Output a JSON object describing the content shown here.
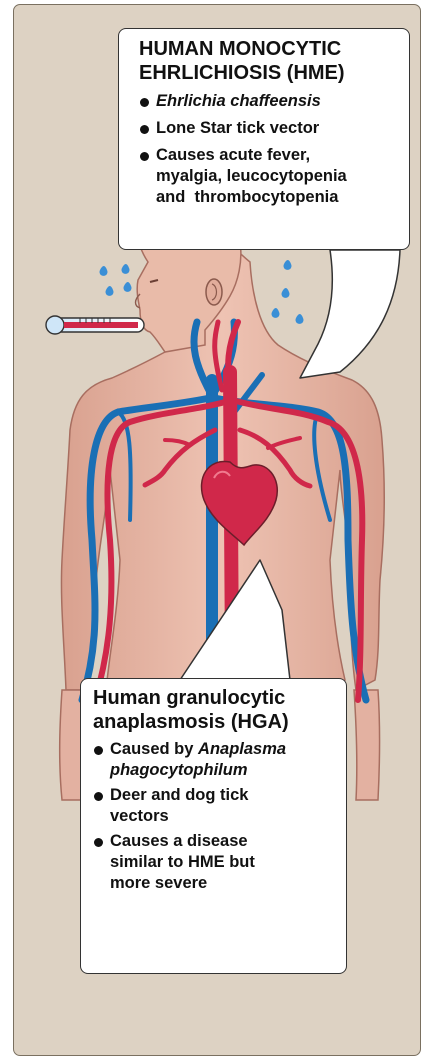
{
  "hme": {
    "title_line1": "HUMAN MONOCYTIC",
    "title_line2": "EHRLICHIOSIS (HME)",
    "bullet1": "Ehrlichia chaffeensis",
    "bullet2": "Lone Star tick vector",
    "bullet3_line1": "Causes acute fever,",
    "bullet3_line2": "myalgia, leucocytopenia",
    "bullet3_line3": "and  thrombocytopenia"
  },
  "hga": {
    "title_line1": "Human granulocytic",
    "title_line2": "anaplasmosis (HGA)",
    "bullet1_text": "Caused by ",
    "bullet1_italic_line1": "Anaplasma",
    "bullet1_italic_line2": "phagocytophilum",
    "bullet2_line1": "Deer and dog tick",
    "bullet2_line2": "vectors",
    "bullet3_line1": "Causes a disease",
    "bullet3_line2": "similar to HME but",
    "bullet3_line3": "more severe"
  },
  "colors": {
    "background": "#ddd2c3",
    "skin": "#e7b7a6",
    "artery": "#d0284a",
    "vein": "#1a6fb5",
    "sweat": "#3a8fd6"
  }
}
